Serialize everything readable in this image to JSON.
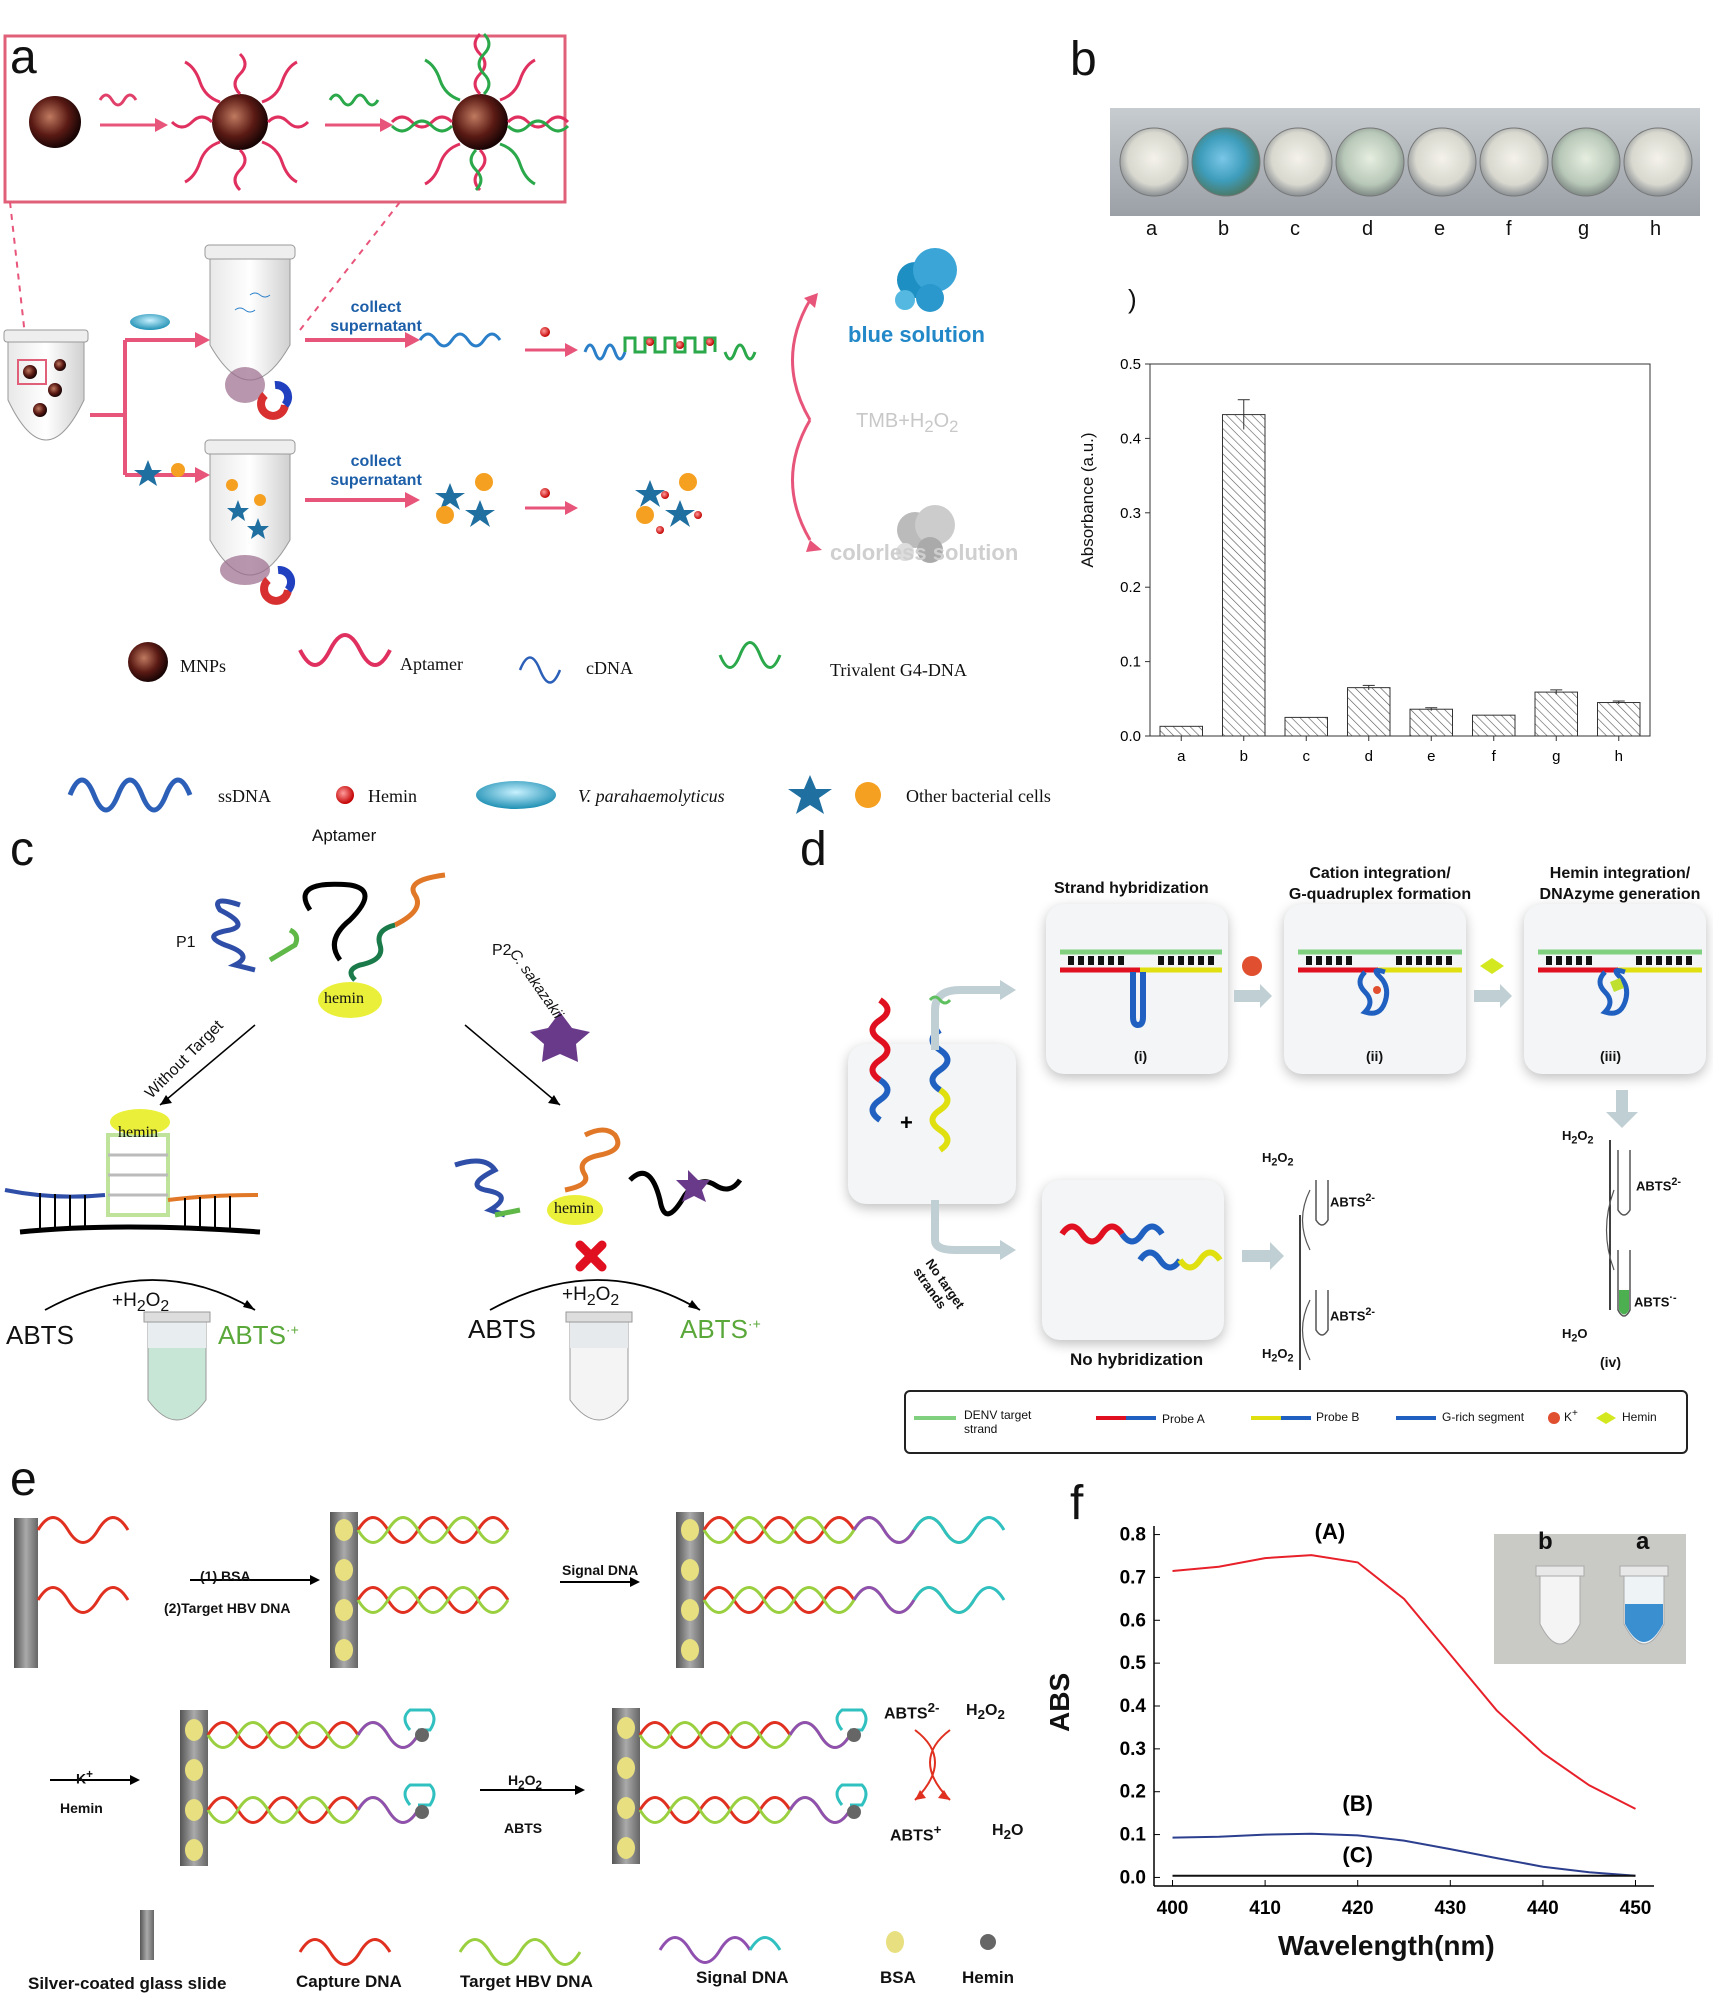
{
  "panel_a": {
    "label": "a",
    "collect_label_1": "collect",
    "supernatant_label_1": "supernatant",
    "collect_label_2": "collect",
    "supernatant_label_2": "supernatant",
    "blue_solution": "blue solution",
    "tmb": "TMB+H",
    "tmb_sub": "2",
    "tmb_o": "O",
    "tmb_sub2": "2",
    "colorless_solution": "colorless solution",
    "legend": {
      "mnps": "MNPs",
      "aptamer": "Aptamer",
      "cdna": "cDNA",
      "g4": "Trivalent G4-DNA",
      "ssdna": "ssDNA",
      "hemin": "Hemin",
      "vp": "V. parahaemolyticus",
      "other": "Other bacterial cells"
    },
    "colors": {
      "pink": "#e8557a",
      "blue": "#2b7fc8",
      "green": "#2aa84a",
      "box": "#e0607a"
    }
  },
  "panel_b": {
    "label": "b",
    "well_labels": [
      "a",
      "b",
      "c",
      "d",
      "e",
      "f",
      "g",
      "h"
    ],
    "paren": ")"
  },
  "chart_data": {
    "type": "bar",
    "categories": [
      "a",
      "b",
      "c",
      "d",
      "e",
      "f",
      "g",
      "h"
    ],
    "values": [
      0.013,
      0.432,
      0.025,
      0.065,
      0.036,
      0.028,
      0.059,
      0.045
    ],
    "errors": [
      0.0,
      0.02,
      0.0,
      0.003,
      0.002,
      0.0,
      0.003,
      0.002
    ],
    "ylabel": "Absorbance (a.u.)",
    "ylim": [
      0,
      0.5
    ],
    "yticks": [
      "0.0",
      "0.1",
      "0.2",
      "0.3",
      "0.4",
      "0.5"
    ],
    "bar_fill": "hatched"
  },
  "panel_c": {
    "label": "c",
    "aptamer": "Aptamer",
    "p1": "P1",
    "p2": "P2",
    "hemin": "hemin",
    "without_target": "Without Target",
    "c_sak": "C. sakazakii",
    "abts_left": "ABTS",
    "h2o2_left": "+H",
    "abts_plus_left": "ABTS",
    "abts_right": "ABTS",
    "h2o2_right": "+H",
    "abts_plus_right": "ABTS"
  },
  "panel_d": {
    "label": "d",
    "step1": "Strand hybridization",
    "step2a": "Cation integration/",
    "step2b": "G-quadruplex formation",
    "step3a": "Hemin integration/",
    "step3b": "DNAzyme generation",
    "i": "(i)",
    "ii": "(ii)",
    "iii": "(iii)",
    "iv": "(iv)",
    "no_hyb": "No hybridization",
    "no_target": "No target strands",
    "abts2": "ABTS",
    "abts_rad": "ABTS",
    "h2o2": "H",
    "h2o": "H",
    "legend": {
      "denv": "DENV target strand",
      "probe_a": "Probe A",
      "probe_b": "Probe B",
      "grich": "G-rich segment",
      "k": "K",
      "hemin": "Hemin"
    }
  },
  "panel_e": {
    "label": "e",
    "step1a": "(1) BSA",
    "step1b": "(2)Target HBV DNA",
    "signal": "Signal DNA",
    "k": "K",
    "hemin": "Hemin",
    "h2o2": "H",
    "abts": "ABTS",
    "abts2": "ABTS",
    "h2o2b": "H",
    "abtsp": "ABTS",
    "h2o": "H",
    "legend": {
      "slide": "Silver-coated glass slide",
      "capture": "Capture DNA",
      "target": "Target HBV DNA",
      "signal": "Signal DNA",
      "bsa": "BSA",
      "hemin": "Hemin"
    }
  },
  "panel_f": {
    "label": "f",
    "xlabel": "Wavelength(nm)",
    "ylabel": "ABS",
    "xticks": [
      "400",
      "410",
      "420",
      "430",
      "440",
      "450"
    ],
    "yticks": [
      "0.0",
      "0.1",
      "0.2",
      "0.3",
      "0.4",
      "0.5",
      "0.6",
      "0.7",
      "0.8"
    ],
    "curve_A": "(A)",
    "curve_B": "(B)",
    "curve_C": "(C)",
    "inset_b": "b",
    "inset_a": "a",
    "series": [
      {
        "name": "(A)",
        "color": "#e8202a",
        "x": [
          400,
          405,
          410,
          415,
          420,
          425,
          430,
          435,
          440,
          445,
          450
        ],
        "y": [
          0.715,
          0.725,
          0.745,
          0.752,
          0.735,
          0.65,
          0.52,
          0.39,
          0.29,
          0.215,
          0.16
        ]
      },
      {
        "name": "(B)",
        "color": "#2c3f8f",
        "x": [
          400,
          405,
          410,
          415,
          420,
          425,
          430,
          435,
          440,
          445,
          450
        ],
        "y": [
          0.093,
          0.095,
          0.1,
          0.102,
          0.098,
          0.086,
          0.066,
          0.045,
          0.025,
          0.012,
          0.004
        ]
      },
      {
        "name": "(C)",
        "color": "#111111",
        "x": [
          400,
          410,
          420,
          430,
          440,
          450
        ],
        "y": [
          0.004,
          0.004,
          0.004,
          0.004,
          0.004,
          0.004
        ]
      }
    ],
    "xlim": [
      398,
      452
    ],
    "ylim": [
      -0.02,
      0.82
    ]
  }
}
